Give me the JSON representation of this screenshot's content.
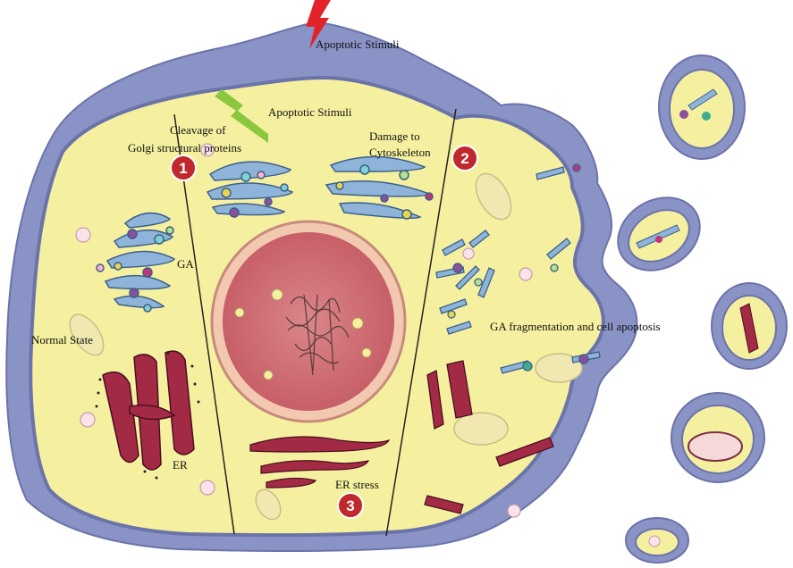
{
  "labels": {
    "stimuli_top": "Apoptotic Stimuli",
    "stimuli_inner": "Apoptotic Stimuli",
    "cleavage_line1": "Cleavage of",
    "cleavage_line2": "Golgi structural proteins",
    "damage_line1": "Damage to",
    "damage_line2": "Cytoskeleton",
    "ga": "GA",
    "normal_state": "Normal State",
    "er": "ER",
    "er_stress": "ER stress",
    "ga_fragmentation": "GA fragmentation and cell apoptosis"
  },
  "badges": {
    "one": "1",
    "two": "2",
    "three": "3"
  },
  "colors": {
    "membrane_outer": "#7c86bd",
    "membrane_inner": "#a4abd6",
    "cytoplasm": "#f5f0a0",
    "nucleus": "#d8787b",
    "nucleus_inner": "#c85c64",
    "er": "#a32a45",
    "golgi": "#8fb4d9",
    "badge": "#c0282d",
    "bolt_red": "#e3232a",
    "bolt_green": "#8cc63f"
  }
}
